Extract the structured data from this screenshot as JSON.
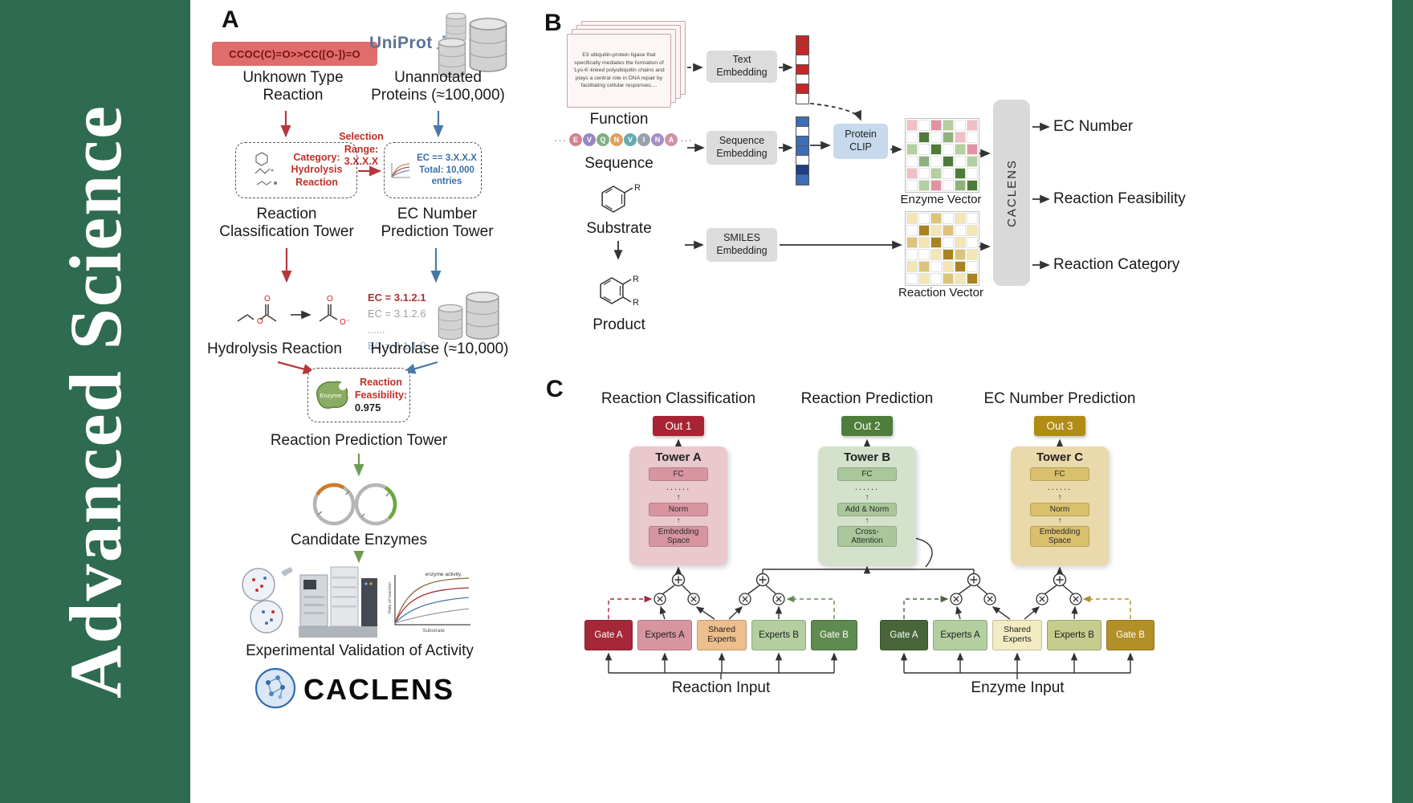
{
  "journal": {
    "title": "Advanced  Science"
  },
  "colors": {
    "band_green": "#2e6b51",
    "accent_red": "#b5373d",
    "accent_blue": "#4878a8",
    "accent_green": "#6f9c53",
    "out1": "#a82434",
    "out2": "#4f7d3c",
    "out3": "#b08c14"
  },
  "panelA": {
    "label": "A",
    "smiles": "CCOC(C)=O>>CC([O-])=O",
    "unknown_caption": "Unknown Type\nReaction",
    "uniprot_logo": "UniProt",
    "unannotated_caption": "Unannotated\nProteins (≈100,000)",
    "category_box": "Category:\nHydrolysis\nReaction",
    "selection_label": "Selection\nRange:\n3.X.X.X",
    "ec_box": "EC == 3.X.X.X\nTotal: 10,000\nentries",
    "classification_caption": "Reaction\nClassification Tower",
    "ec_caption": "EC Number\nPrediction Tower",
    "hydrolysis_caption": "Hydrolysis Reaction",
    "ec_list": [
      "EC = 3.1.2.1",
      "EC = 3.1.2.6",
      "......",
      "EC = 3.1.1.9"
    ],
    "hydrolase_caption": "Hydrolase (≈10,000)",
    "enzyme_blob_label": "Enzyme",
    "feasibility_label": "Reaction\nFeasibility:",
    "feasibility_value": "0.975",
    "prediction_caption": "Reaction Prediction Tower",
    "candidates_caption": "Candidate Enzymes",
    "mini_chart": {
      "title": "enzyme activity",
      "xlabel": "Substrate",
      "ylabel": "Rate of reaction"
    },
    "validation_caption": "Experimental Validation of Activity",
    "logo_text": "CACLENS",
    "chem": {
      "oxygen": "O",
      "oxygen_minus": "O⁻"
    }
  },
  "panelB": {
    "label": "B",
    "function_card_text": "E3 ubiquitin-protein ligase that specifically mediates the formation of 'Lys-6'-linked polyubiquitin chains and plays a central role in DNA repair by facilitating cellular responses....",
    "function_caption": "Function",
    "sequence_ellipsis": "···",
    "sequence_letters": [
      {
        "letter": "E",
        "color": "#d4808f"
      },
      {
        "letter": "V",
        "color": "#9a86c2"
      },
      {
        "letter": "Q",
        "color": "#7fb07f"
      },
      {
        "letter": "N",
        "color": "#dfa05e"
      },
      {
        "letter": "V",
        "color": "#66aab2"
      },
      {
        "letter": "I",
        "color": "#98a0a8"
      },
      {
        "letter": "N",
        "color": "#a58cc4"
      },
      {
        "letter": "A",
        "color": "#cf93a6"
      }
    ],
    "sequence_caption": "Sequence",
    "substrate_caption": "Substrate",
    "substituent_r": "R",
    "product_caption": "Product",
    "text_embedding": "Text\nEmbedding",
    "sequence_embedding": "Sequence\nEmbedding",
    "smiles_embedding": "SMILES\nEmbedding",
    "protein_clip": "Protein\nCLIP",
    "enzyme_vector_caption": "Enzyme Vector",
    "reaction_vector_caption": "Reaction Vector",
    "caclens_label": "CACLENS",
    "outputs": [
      "EC Number",
      "Reaction Feasibility",
      "Reaction Category"
    ],
    "text_vector_cells": [
      "r",
      "r",
      "w",
      "r",
      "w",
      "r",
      "w"
    ],
    "seq_vector_cells": [
      "b",
      "w",
      "b",
      "b",
      "w",
      "d",
      "b"
    ],
    "enzyme_vector_cells": [
      [
        "p",
        "w",
        "P",
        "g",
        "w",
        "p"
      ],
      [
        "w",
        "G",
        "w",
        "m",
        "p",
        "w"
      ],
      [
        "g",
        "w",
        "G",
        "w",
        "g",
        "P"
      ],
      [
        "w",
        "m",
        "w",
        "G",
        "w",
        "g"
      ],
      [
        "p",
        "w",
        "g",
        "w",
        "G",
        "w"
      ],
      [
        "w",
        "g",
        "P",
        "w",
        "m",
        "G"
      ]
    ],
    "reaction_vector_cells": [
      [
        "y",
        "w",
        "Y",
        "w",
        "y",
        "w"
      ],
      [
        "w",
        "M",
        "y",
        "Y",
        "w",
        "y"
      ],
      [
        "Y",
        "y",
        "M",
        "w",
        "y",
        "w"
      ],
      [
        "w",
        "w",
        "y",
        "M",
        "Y",
        "y"
      ],
      [
        "y",
        "Y",
        "w",
        "y",
        "M",
        "w"
      ],
      [
        "w",
        "y",
        "w",
        "Y",
        "y",
        "M"
      ]
    ]
  },
  "panelC": {
    "label": "C",
    "up_arrow": "↑",
    "headers": [
      "Reaction Classification",
      "Reaction Prediction",
      "EC Number Prediction"
    ],
    "outs": [
      "Out 1",
      "Out 2",
      "Out 3"
    ],
    "towers": [
      {
        "title": "Tower A",
        "fc": "FC",
        "dots": "......",
        "mid": "Norm",
        "base": "Embedding\nSpace"
      },
      {
        "title": "Tower B",
        "fc": "FC",
        "dots": "......",
        "mid": "Add & Norm",
        "base": "Cross-\nAttention"
      },
      {
        "title": "Tower C",
        "fc": "FC",
        "dots": "......",
        "mid": "Norm",
        "base": "Embedding\nSpace"
      }
    ],
    "moe_left": [
      "Gate A",
      "Experts A",
      "Shared\nExperts",
      "Experts B",
      "Gate B"
    ],
    "moe_right": [
      "Gate A",
      "Experts A",
      "Shared\nExperts",
      "Experts B",
      "Gate B"
    ],
    "input_labels": [
      "Reaction Input",
      "Enzyme Input"
    ]
  }
}
